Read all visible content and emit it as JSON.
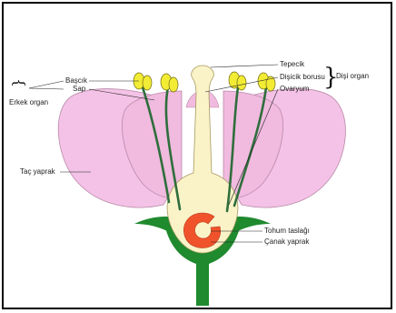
{
  "labels": {
    "tepecik": "Tepecik",
    "disicik_borusu": "Dişicik borusu",
    "ovaryum": "Ovaryum",
    "disi_organ": "Dişi organ",
    "bascik": "Başcık",
    "sap": "Sap",
    "erkek_organ": "Erkek organ",
    "tac_yaprak": "Taç yaprak",
    "tohum_taslagi": "Tohum taslağı",
    "canak_yaprak": "Çanak yaprak"
  },
  "colors": {
    "petal": "#f3c2e6",
    "petal_stroke": "#b98aa8",
    "pistil": "#fbf3c8",
    "pistil_stroke": "#a79a62",
    "stem": "#1f8a2e",
    "filament": "#2f6e3c",
    "anther": "#f3ec35",
    "ovule": "#f0532b"
  }
}
